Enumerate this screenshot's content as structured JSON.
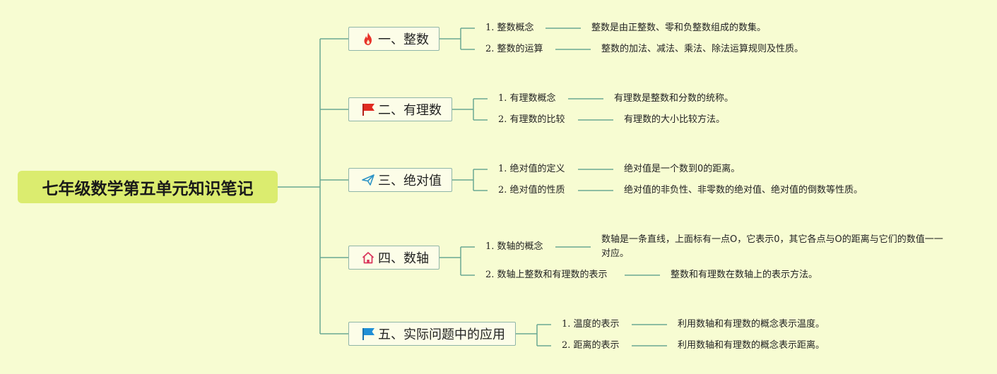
{
  "root": {
    "title": "七年级数学第五单元知识笔记"
  },
  "topics": [
    {
      "label": "一、整数",
      "icon": "fire-icon",
      "subtopics": [
        {
          "label": "1. 整数概念",
          "detail": "整数是由正整数、零和负整数组成的数集。"
        },
        {
          "label": "2. 整数的运算",
          "detail": "整数的加法、减法、乘法、除法运算规则及性质。"
        }
      ]
    },
    {
      "label": "二、有理数",
      "icon": "red-flag-icon",
      "subtopics": [
        {
          "label": "1. 有理数概念",
          "detail": "有理数是整数和分数的统称。"
        },
        {
          "label": "2. 有理数的比较",
          "detail": "有理数的大小比较方法。"
        }
      ]
    },
    {
      "label": "三、绝对值",
      "icon": "paper-plane-icon",
      "subtopics": [
        {
          "label": "1. 绝对值的定义",
          "detail": "绝对值是一个数到0的距离。"
        },
        {
          "label": "2. 绝对值的性质",
          "detail": "绝对值的非负性、非零数的绝对值、绝对值的倒数等性质。"
        }
      ]
    },
    {
      "label": "四、数轴",
      "icon": "home-icon",
      "subtopics": [
        {
          "label": "1. 数轴的概念",
          "detail": "数轴是一条直线，上面标有一点O，它表示0，其它各点与O的距离与它们的数值一一对应。"
        },
        {
          "label": "2. 数轴上整数和有理数的表示",
          "detail": "整数和有理数在数轴上的表示方法。"
        }
      ]
    },
    {
      "label": "五、实际问题中的应用",
      "icon": "blue-flag-icon",
      "subtopics": [
        {
          "label": "1. 温度的表示",
          "detail": "利用数轴和有理数的概念表示温度。"
        },
        {
          "label": "2. 距离的表示",
          "detail": "利用数轴和有理数的概念表示距离。"
        }
      ]
    }
  ],
  "colors": {
    "background": "#f7fcd2",
    "root_fill": "#dbec6f",
    "connector": "#6aa892",
    "topic_border": "#8fb5a8",
    "fire": "#e8332a",
    "red_flag": "#e02b20",
    "paper_plane": "#2b93c6",
    "home": "#d9345a",
    "blue_flag": "#1f8fd6"
  }
}
